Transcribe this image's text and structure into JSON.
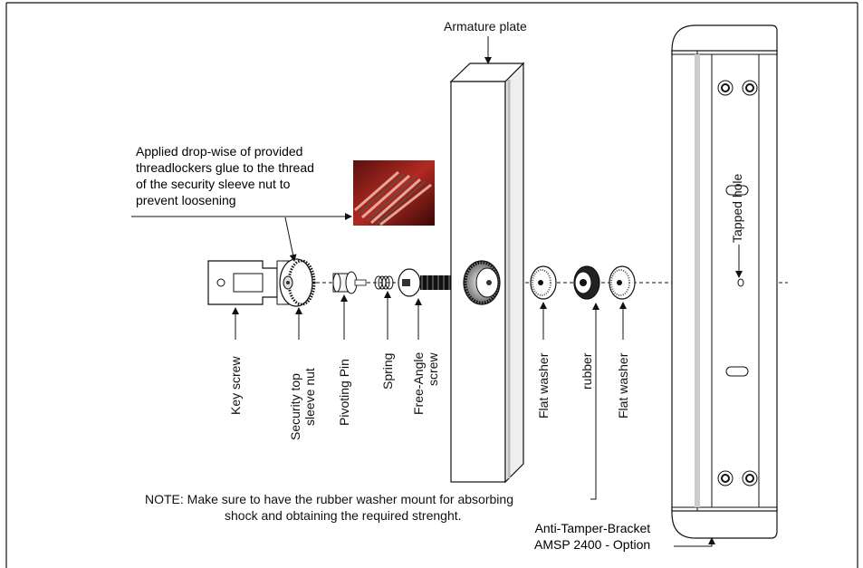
{
  "labels": {
    "armature_plate": "Armature plate",
    "glue_note": [
      "Applied drop-wise of provided",
      "threadlockers glue to the thread",
      "of the security sleeve nut to",
      "prevent loosening"
    ],
    "tapped_hole": "Tapped hole",
    "key_screw": "Key screw",
    "security_top": "Security top",
    "sleeve_nut": "sleeve nut",
    "pivoting_pin": "Pivoting Pin",
    "spring": "Spring",
    "free_angle": "Free-Angle",
    "screw": "screw",
    "flat_washer_1": "Flat washer",
    "rubber": "rubber",
    "flat_washer_2": "Flat washer",
    "note_line1": "NOTE: Make sure to have the rubber washer mount for absorbing",
    "note_line2": "shock and obtaining the required strenght.",
    "bracket_line1": "Anti-Tamper-Bracket",
    "bracket_line2": "AMSP 2400 - Option"
  }
}
